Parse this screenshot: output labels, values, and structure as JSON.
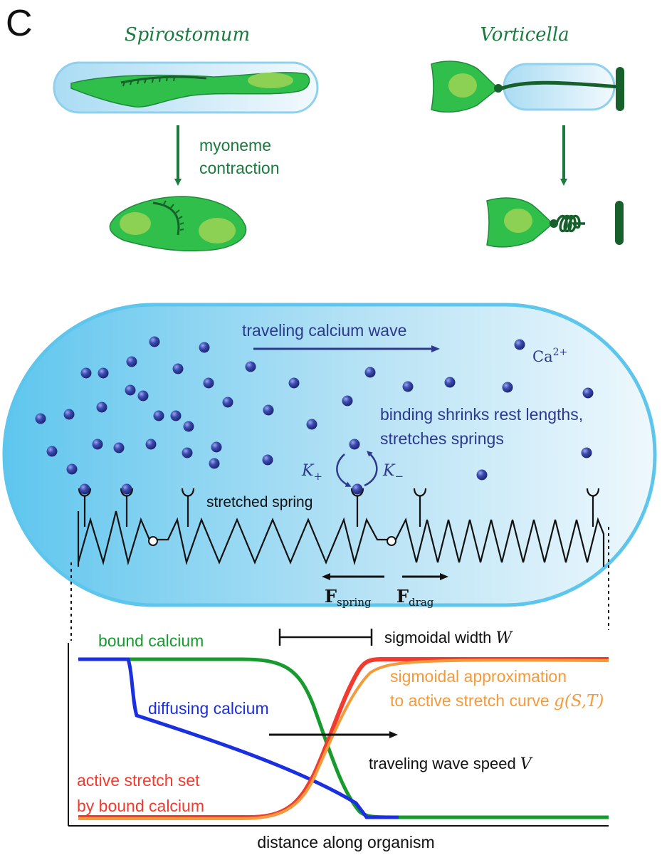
{
  "panel": {
    "letter": "C"
  },
  "organisms": {
    "spirostomum": {
      "name": "Spirostomum",
      "process": [
        "myoneme",
        "contraction"
      ]
    },
    "vorticella": {
      "name": "Vorticella"
    }
  },
  "cell": {
    "wave_label": "traveling calcium wave",
    "ion": {
      "base": "Ca",
      "sup": "2+"
    },
    "binding_lines": [
      "binding shrinks rest lengths,",
      "stretches springs"
    ],
    "k_plus": {
      "sym": "K",
      "sub": "+"
    },
    "k_minus": {
      "sym": "K",
      "sub": "−"
    },
    "stretched_spring": "stretched spring",
    "f_spring": {
      "sym": "F",
      "sub": "spring"
    },
    "f_drag": {
      "sym": "F",
      "sub": "drag"
    }
  },
  "plot": {
    "width_label": "sigmoidal width ",
    "width_symbol": "W",
    "bound": "bound calcium",
    "diffusing": "diffusing calcium",
    "approx_lines": [
      "sigmoidal approximation",
      "to active stretch curve "
    ],
    "approx_fn": "g(S,T)",
    "speed_label": "traveling wave speed ",
    "speed_symbol": "V",
    "active_lines": [
      "active stretch set",
      "by bound calcium"
    ],
    "xlabel": "distance along organism"
  },
  "colors": {
    "green_text": "#1b7a3e",
    "organism": "#2fbf4a",
    "organism_dark": "#1f8a3a",
    "nucleus": "#8cd154",
    "capsule": "#cdeaf7",
    "capsule_edge": "#8fd0ef",
    "cell_edge": "#5ec6ec",
    "ball": "#3a4aa8",
    "navy": "#2b3a8f",
    "bound": "#179b2e",
    "diffusing": "#1a2fe0",
    "active": "#f23a2e",
    "approx": "#f59a3b",
    "text": "#111111"
  }
}
